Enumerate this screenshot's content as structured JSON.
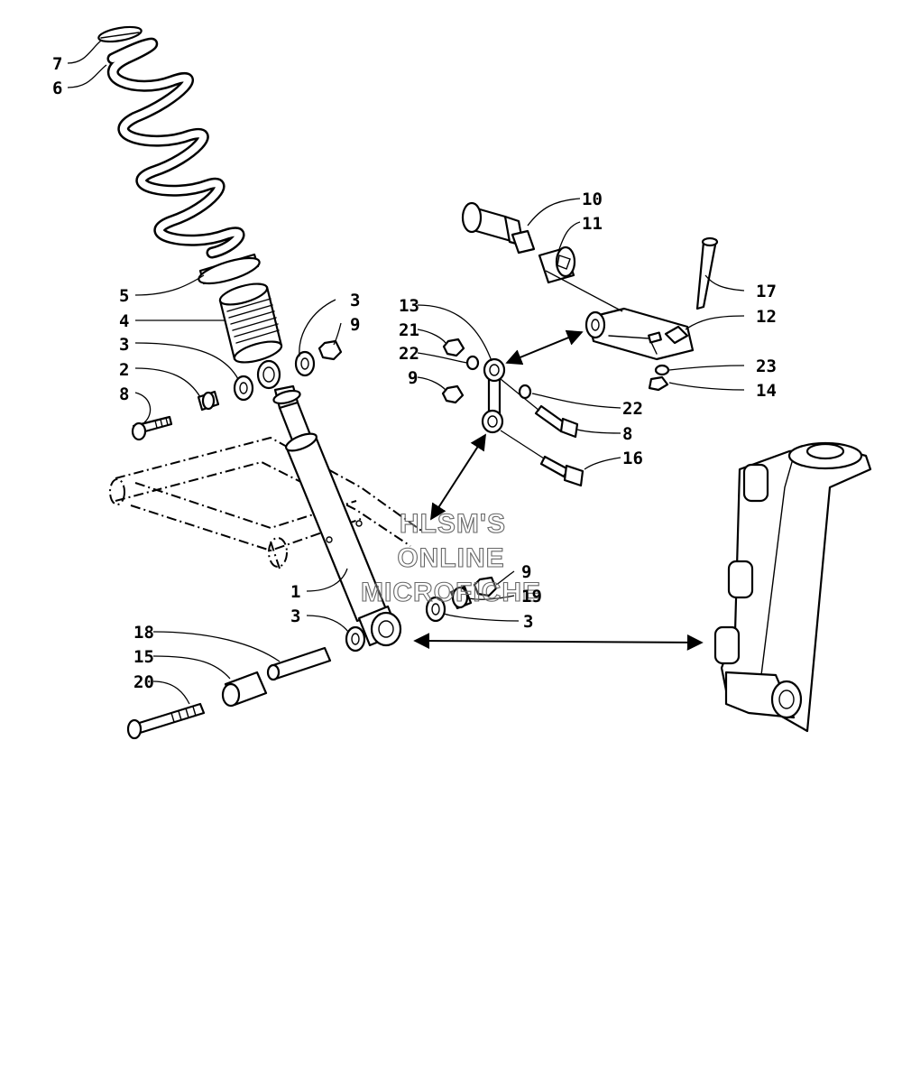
{
  "watermark": {
    "line1": "HLSM'S",
    "line2": "ONLINE",
    "line3": "MICROFICHE"
  },
  "callouts": {
    "c7": "7",
    "c6": "6",
    "c5": "5",
    "c4": "4",
    "c3a": "3",
    "c9a": "9",
    "c3b": "3",
    "c2": "2",
    "c8a": "8",
    "c1": "1",
    "c3c": "3",
    "c18": "18",
    "c15": "15",
    "c20": "20",
    "c9b": "9",
    "c19": "19",
    "c3d": "3",
    "c10": "10",
    "c11": "11",
    "c17": "17",
    "c12": "12",
    "c23": "23",
    "c14": "14",
    "c13": "13",
    "c21": "21",
    "c22a": "22",
    "c9c": "9",
    "c22b": "22",
    "c8b": "8",
    "c16": "16"
  }
}
